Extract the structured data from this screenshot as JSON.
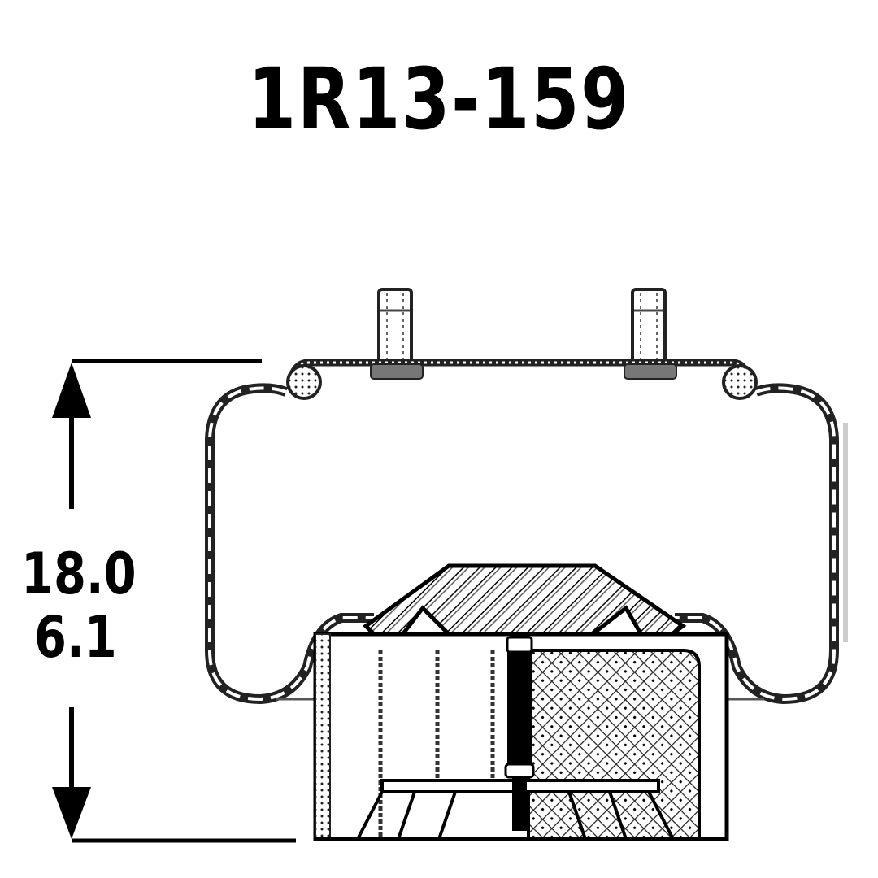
{
  "title": "1R13-159",
  "dimensions": {
    "max_height": "18.0",
    "min_height": "6.1"
  },
  "colors": {
    "ink": "#000000",
    "background": "#ffffff",
    "hatch_gray": "#555555"
  },
  "drawing": {
    "type": "air-spring-cross-section",
    "components": [
      "bead-plate",
      "mounting-studs",
      "rubber-bellows",
      "bumper",
      "piston",
      "center-bolt"
    ]
  }
}
